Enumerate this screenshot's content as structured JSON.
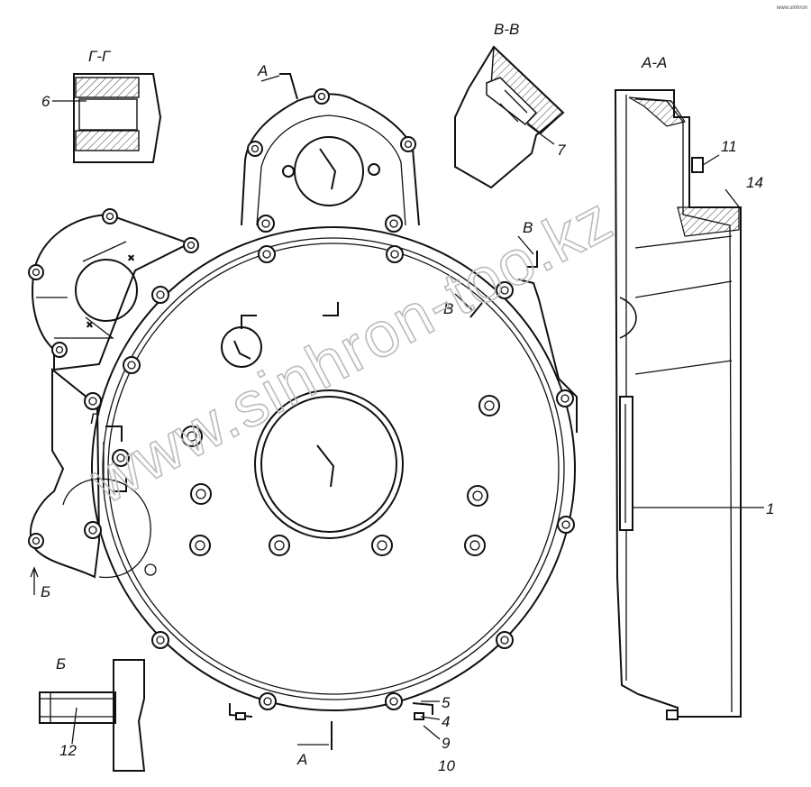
{
  "views": {
    "section_a": "А-А",
    "section_b": "В-В",
    "section_g": "Г-Г",
    "view_b": "Б"
  },
  "cut_marks": {
    "a_top": "А",
    "a_bottom": "А",
    "b_upper": "В",
    "b_lower": "В",
    "g": "Г",
    "view_b_arrow": "Б"
  },
  "callouts": {
    "p1": "1",
    "p4": "4",
    "p5": "5",
    "p6": "6",
    "p7": "7",
    "p9": "9",
    "p10": "10",
    "p11": "11",
    "p12": "12",
    "p14": "14"
  },
  "watermark": "www.sinhron-too.kz",
  "corner_mark": "www.sinhron"
}
